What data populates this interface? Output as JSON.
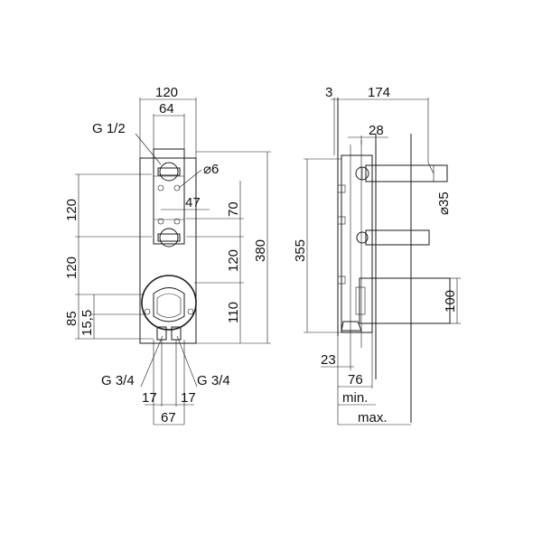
{
  "front_view": {
    "width_120": "120",
    "width_64": "64",
    "thread_top": "G 1/2",
    "hole_diameter": "⌀6",
    "spacing_47": "47",
    "left_120_upper": "120",
    "left_120_lower": "120",
    "left_85": "85",
    "left_15_5": "15,5",
    "right_70": "70",
    "right_120": "120",
    "right_110": "110",
    "height_380": "380",
    "thread_bottom_left": "G 3/4",
    "thread_bottom_right": "G 3/4",
    "offset_17_left": "17",
    "offset_17_right": "17",
    "spacing_67": "67"
  },
  "side_view": {
    "depth_3": "3",
    "depth_174": "174",
    "depth_28": "28",
    "pipe_diameter": "⌀35",
    "height_355": "355",
    "height_100": "100",
    "depth_23": "23",
    "depth_76": "76",
    "label_min": "min.",
    "label_max": "max."
  }
}
